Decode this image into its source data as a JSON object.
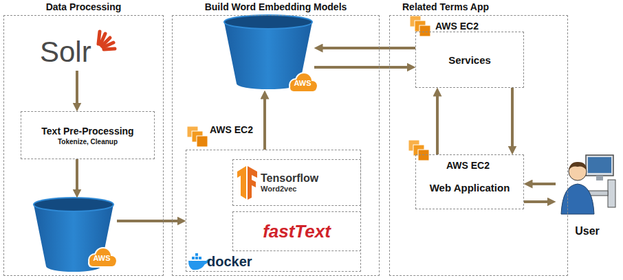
{
  "diagram": {
    "nodes": [
      {
        "text": [
          "Data Processing"
        ]
      },
      {
        "text": [
          "Solr"
        ],
        "in": 0
      },
      {
        "text": [
          "Text Pre-Processing",
          "Tokenize, Cleanup"
        ],
        "in": 0
      },
      {
        "text": [
          "AWS"
        ],
        "in": 0
      },
      {
        "text": [
          "Build Word Embedding Models"
        ]
      },
      {
        "text": [
          "AWS"
        ],
        "in": 4
      },
      {
        "text": [
          "AWS EC2",
          "docker"
        ],
        "in": 4
      },
      {
        "text": [
          "Tensorflow",
          "Word2vec"
        ],
        "in": 6
      },
      {
        "text": [
          "fastText"
        ],
        "in": 6
      },
      {
        "text": [
          "Related Terms App"
        ]
      },
      {
        "text": [
          "AWS EC2",
          "Services"
        ],
        "in": 9
      },
      {
        "text": [
          "AWS EC2",
          "Web Application"
        ],
        "in": 9
      },
      {
        "text": [
          "User"
        ]
      }
    ],
    "edges": [
      {
        "from": 1,
        "to": 2,
        "arrow": "to"
      },
      {
        "from": 2,
        "to": 3,
        "arrow": "to"
      },
      {
        "from": 3,
        "to": 6,
        "arrow": "to"
      },
      {
        "from": 6,
        "to": 5,
        "arrow": "to"
      },
      {
        "from": 10,
        "to": 5,
        "arrow": "to"
      },
      {
        "from": 5,
        "to": 10,
        "arrow": "to"
      },
      {
        "from": 11,
        "to": 10,
        "arrow": "to"
      },
      {
        "from": 10,
        "to": 11,
        "arrow": "to"
      },
      {
        "from": 12,
        "to": 11,
        "arrow": "to"
      },
      {
        "from": 11,
        "to": 12,
        "arrow": "to"
      }
    ]
  }
}
